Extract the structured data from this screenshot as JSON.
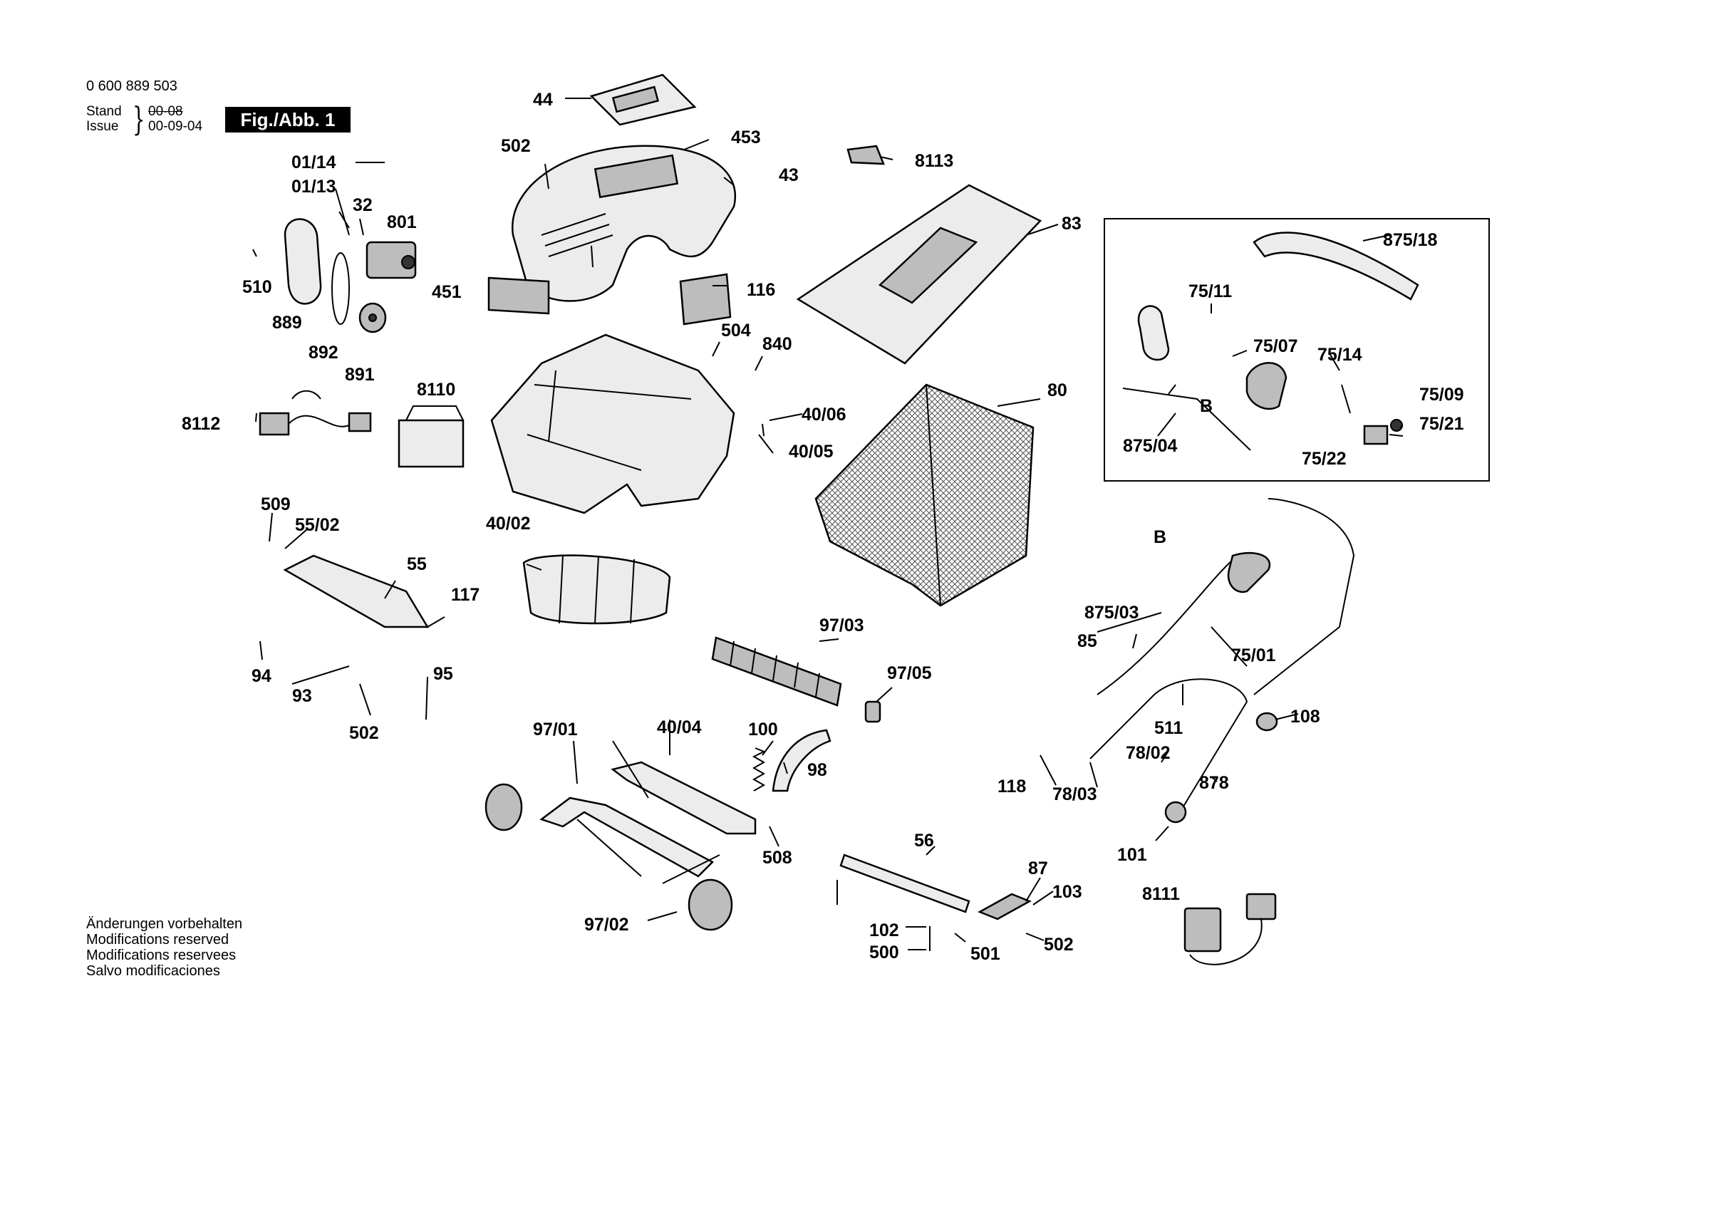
{
  "header": {
    "part_number": "0 600 889 503",
    "stand_label": "Stand",
    "issue_label": "Issue",
    "old_date": "00-08",
    "new_date": "00-09-04",
    "figure_label": "Fig./Abb. 1"
  },
  "notes": [
    "Änderungen vorbehalten",
    "Modifications reserved",
    "Modifications reservees",
    "Salvo modificaciones"
  ],
  "callouts": [
    "44",
    "502",
    "453",
    "43",
    "8113",
    "83",
    "01/14",
    "01/13",
    "32",
    "801",
    "510",
    "889",
    "892",
    "891",
    "451",
    "116",
    "504",
    "840",
    "8110",
    "8112",
    "40/06",
    "40/05",
    "80",
    "509",
    "55/02",
    "55",
    "117",
    "40/02",
    "94",
    "95",
    "93",
    "502",
    "97/03",
    "97/05",
    "40/04",
    "97/01",
    "100",
    "98",
    "508",
    "56",
    "97/02",
    "87",
    "103",
    "102",
    "500",
    "501",
    "502",
    "875/18",
    "75/11",
    "75/07",
    "75/14",
    "B",
    "75/09",
    "75/21",
    "875/04",
    "75/22",
    "B",
    "875/03",
    "85",
    "75/01",
    "108",
    "511",
    "78/02",
    "878",
    "118",
    "78/03",
    "101",
    "8111"
  ],
  "colors": {
    "ink": "#000000",
    "paper": "#ffffff",
    "badge_bg": "#000000",
    "badge_text": "#ffffff"
  }
}
